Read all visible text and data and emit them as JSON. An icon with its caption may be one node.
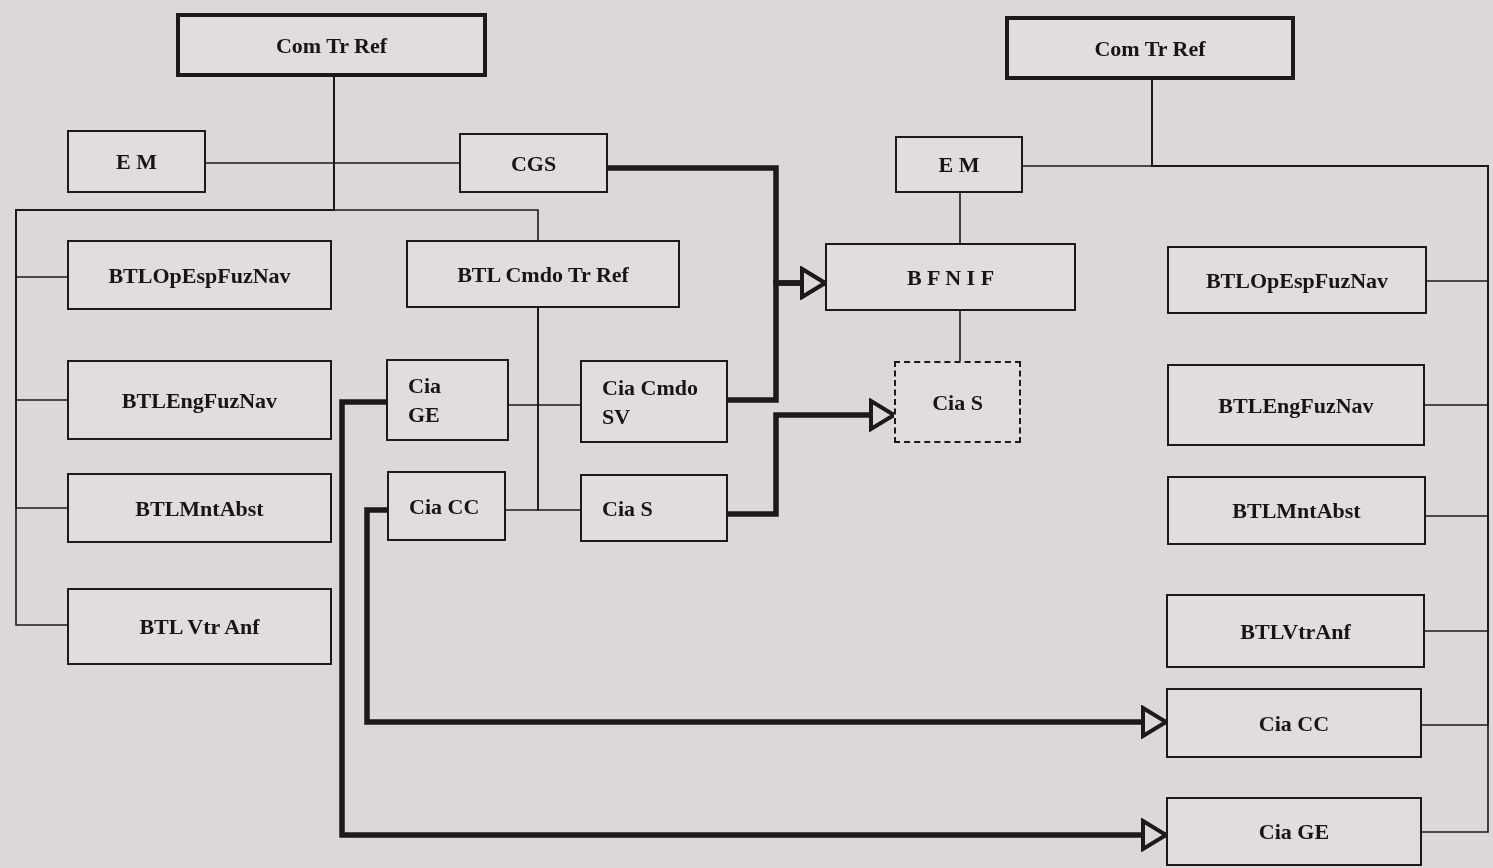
{
  "diagram": {
    "nodes": [
      {
        "text": [
          "Com Tr Ref"
        ]
      },
      {
        "text": [
          "E M"
        ]
      },
      {
        "text": [
          "CGS"
        ]
      },
      {
        "text": [
          "BTLOpEspFuzNav"
        ]
      },
      {
        "text": [
          "BTL Cmdo Tr Ref"
        ]
      },
      {
        "text": [
          "BTLEngFuzNav"
        ]
      },
      {
        "text": [
          "Cia GE"
        ]
      },
      {
        "text": [
          "Cia Cmdo SV"
        ]
      },
      {
        "text": [
          "BTLMntAbst"
        ]
      },
      {
        "text": [
          "Cia CC"
        ]
      },
      {
        "text": [
          "Cia S"
        ]
      },
      {
        "text": [
          "BTL Vtr Anf"
        ]
      },
      {
        "text": [
          "Com Tr Ref"
        ]
      },
      {
        "text": [
          "E M"
        ]
      },
      {
        "text": [
          "B F N I F"
        ]
      },
      {
        "text": [
          "BTLOpEspFuzNav"
        ]
      },
      {
        "text": [
          "Cia S"
        ]
      },
      {
        "text": [
          "BTLEngFuzNav"
        ]
      },
      {
        "text": [
          "BTLMntAbst"
        ]
      },
      {
        "text": [
          "BTLVtrAnf"
        ]
      },
      {
        "text": [
          "Cia CC"
        ]
      },
      {
        "text": [
          "Cia GE"
        ]
      }
    ],
    "edges": [
      {
        "from": 0,
        "to": 1,
        "arrow": "none"
      },
      {
        "from": 0,
        "to": 2,
        "arrow": "none"
      },
      {
        "from": 0,
        "to": 3,
        "arrow": "none"
      },
      {
        "from": 0,
        "to": 4,
        "arrow": "none"
      },
      {
        "from": 0,
        "to": 5,
        "arrow": "none"
      },
      {
        "from": 0,
        "to": 8,
        "arrow": "none"
      },
      {
        "from": 0,
        "to": 11,
        "arrow": "none"
      },
      {
        "from": 4,
        "to": 6,
        "arrow": "none"
      },
      {
        "from": 4,
        "to": 7,
        "arrow": "none"
      },
      {
        "from": 4,
        "to": 9,
        "arrow": "none"
      },
      {
        "from": 4,
        "to": 10,
        "arrow": "none"
      },
      {
        "from": 2,
        "to": 14,
        "arrow": "to",
        "style": "thick"
      },
      {
        "from": 7,
        "to": 14,
        "arrow": "to",
        "style": "thick"
      },
      {
        "from": 10,
        "to": 16,
        "arrow": "to",
        "style": "thick"
      },
      {
        "from": 6,
        "to": 21,
        "arrow": "to",
        "style": "thick"
      },
      {
        "from": 9,
        "to": 20,
        "arrow": "to",
        "style": "thick"
      },
      {
        "from": 12,
        "to": 13,
        "arrow": "none"
      },
      {
        "from": 12,
        "to": 15,
        "arrow": "none"
      },
      {
        "from": 12,
        "to": 17,
        "arrow": "none"
      },
      {
        "from": 12,
        "to": 18,
        "arrow": "none"
      },
      {
        "from": 12,
        "to": 19,
        "arrow": "none"
      },
      {
        "from": 12,
        "to": 20,
        "arrow": "none"
      },
      {
        "from": 12,
        "to": 21,
        "arrow": "none"
      },
      {
        "from": 13,
        "to": 14,
        "arrow": "none"
      },
      {
        "from": 14,
        "to": 16,
        "arrow": "none"
      }
    ]
  }
}
